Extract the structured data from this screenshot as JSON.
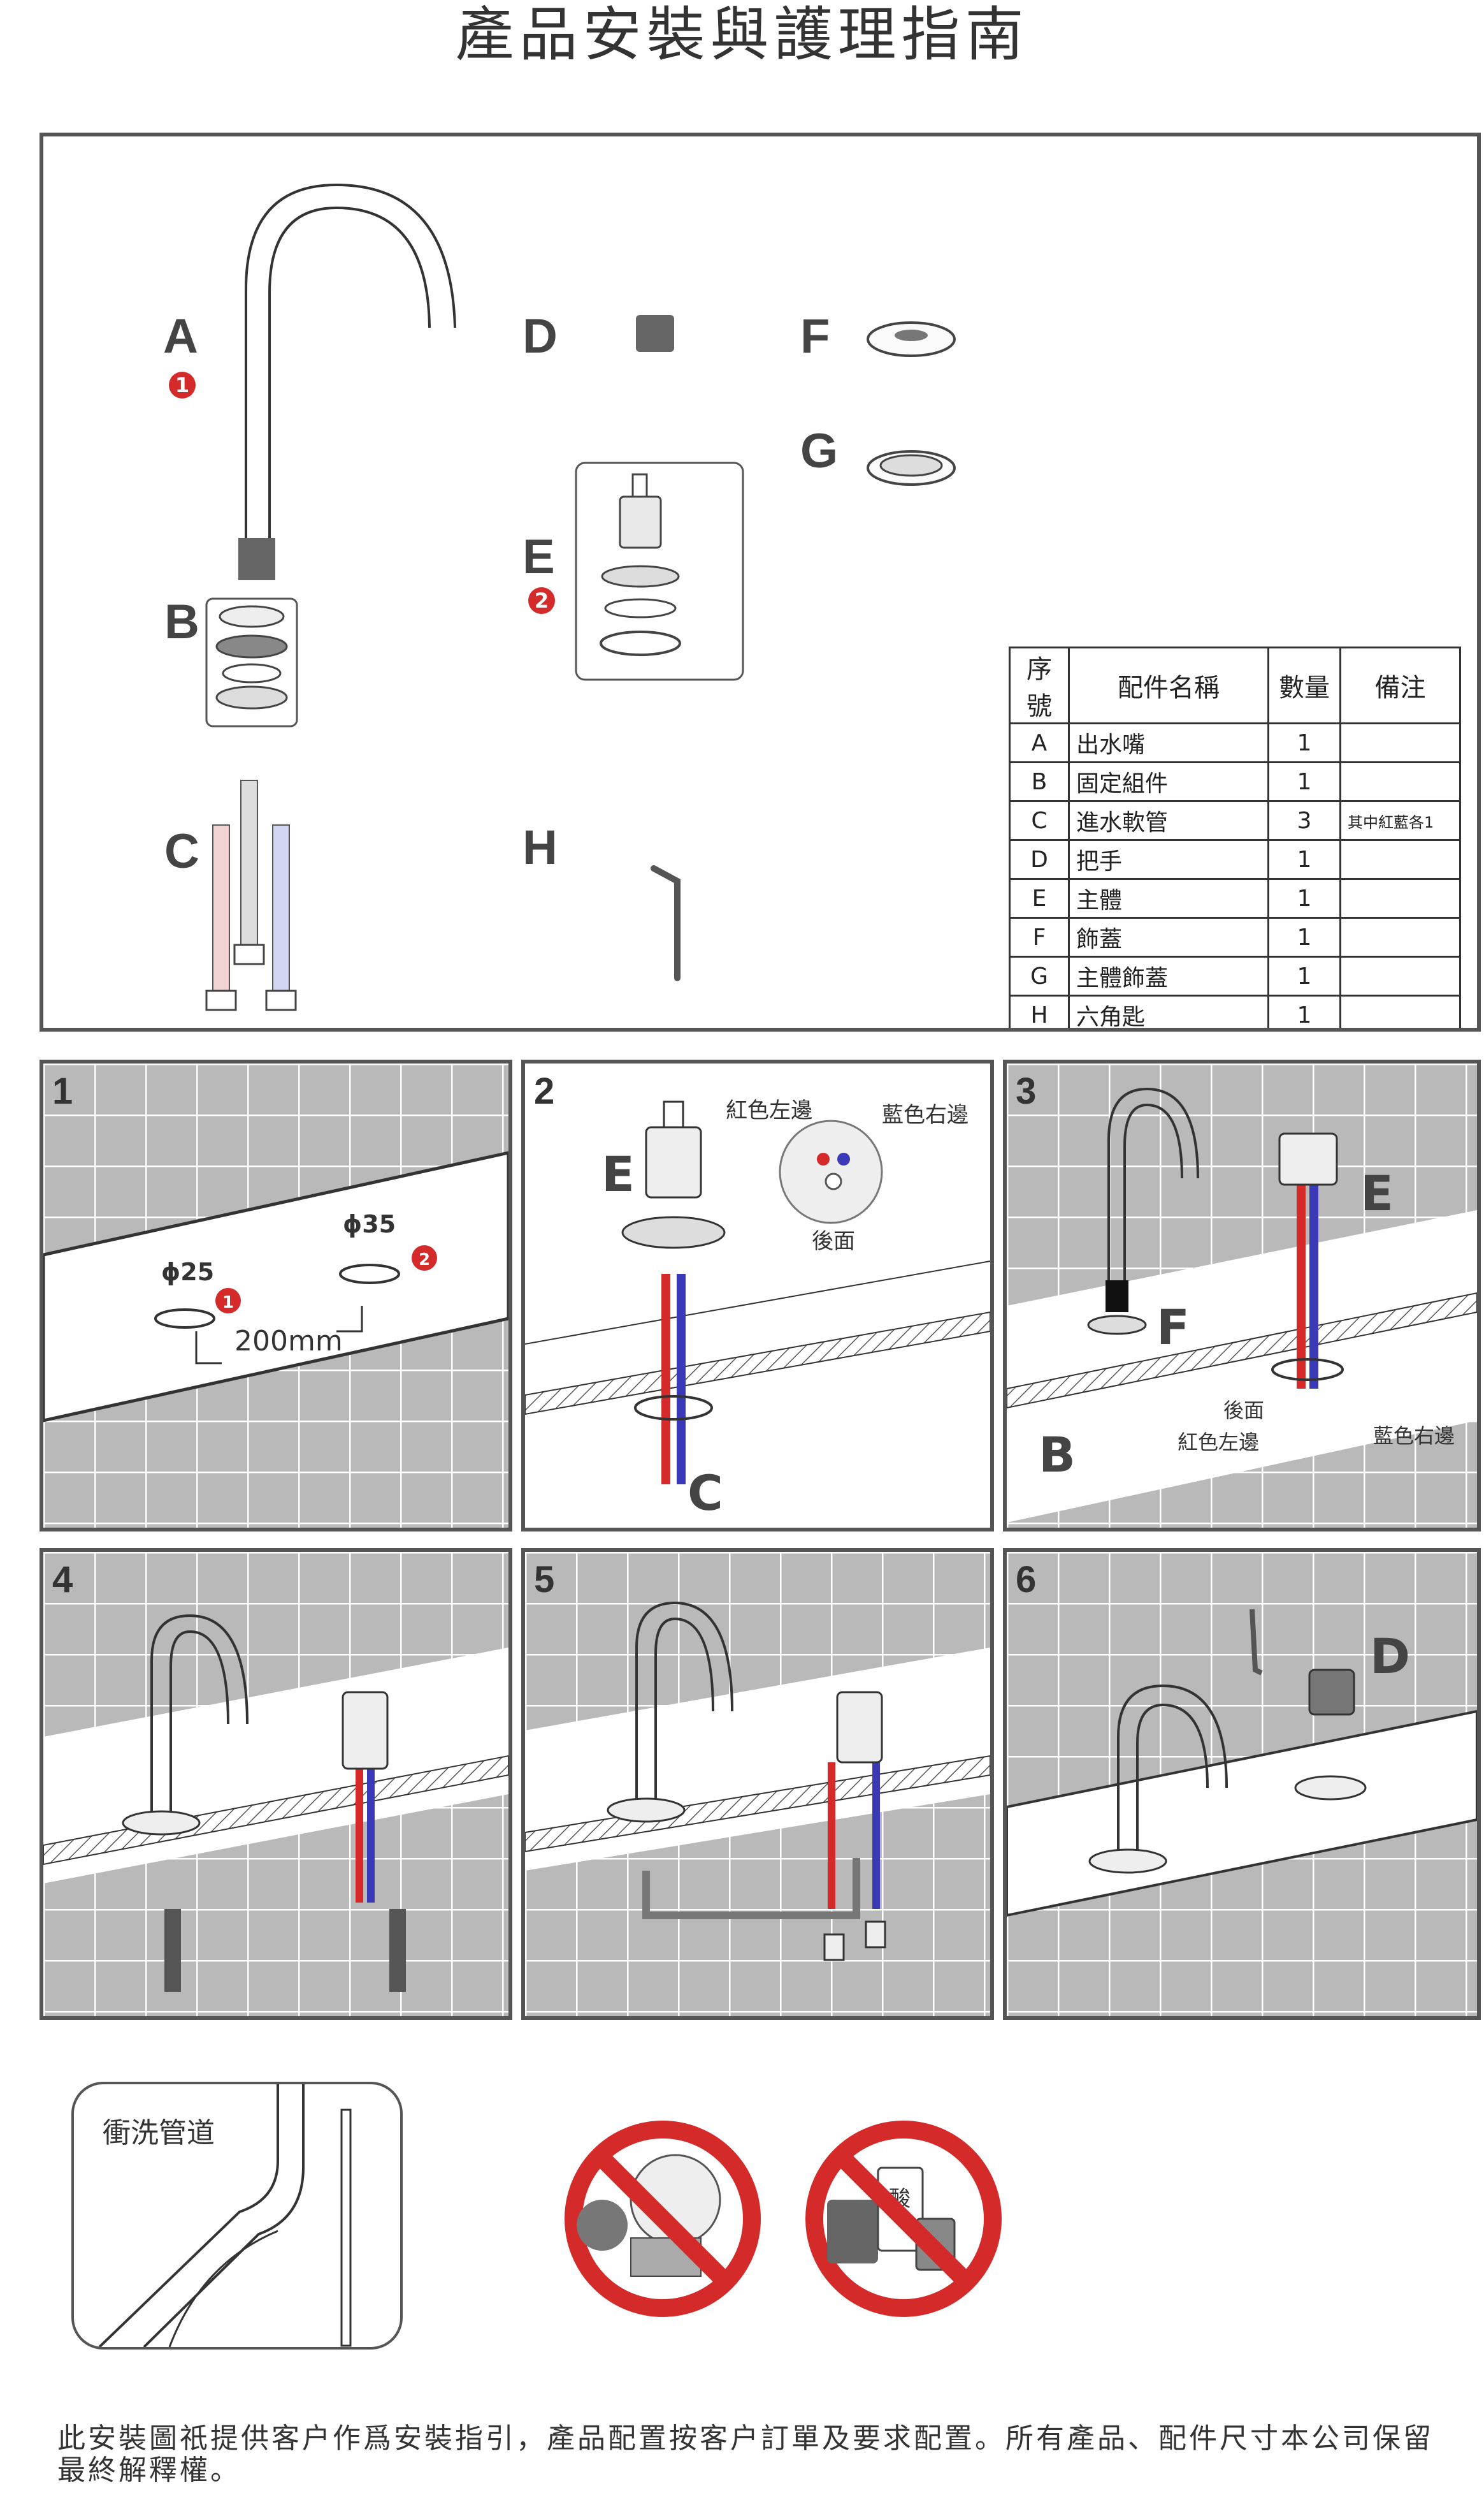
{
  "title": "產品安裝與護理指南",
  "parts_labels": {
    "A": "A",
    "B": "B",
    "C": "C",
    "D": "D",
    "E": "E",
    "F": "F",
    "G": "G",
    "H": "H"
  },
  "badges": {
    "one": "1",
    "two": "2"
  },
  "table": {
    "headers": [
      "序號",
      "配件名稱",
      "數量",
      "備注"
    ],
    "rows": [
      [
        "A",
        "出水嘴",
        "1",
        ""
      ],
      [
        "B",
        "固定組件",
        "1",
        ""
      ],
      [
        "C",
        "進水軟管",
        "3",
        "其中紅藍各1"
      ],
      [
        "D",
        "把手",
        "1",
        ""
      ],
      [
        "E",
        "主體",
        "1",
        ""
      ],
      [
        "F",
        "飾蓋",
        "1",
        ""
      ],
      [
        "G",
        "主體飾蓋",
        "1",
        ""
      ],
      [
        "H",
        "六角匙",
        "1",
        ""
      ]
    ]
  },
  "steps": {
    "s1": {
      "num": "1",
      "d25": "ϕ25",
      "d35": "ϕ35",
      "dist": "200mm"
    },
    "s2": {
      "num": "2",
      "red_left": "紅色左邊",
      "blue_right": "藍色右邊",
      "back": "後面",
      "E": "E",
      "C": "C"
    },
    "s3": {
      "num": "3",
      "E": "E",
      "F": "F",
      "B": "B",
      "back": "後面",
      "red_left": "紅色左邊",
      "blue_right": "藍色右邊"
    },
    "s4": {
      "num": "4"
    },
    "s5": {
      "num": "5"
    },
    "s6": {
      "num": "6",
      "D": "D"
    }
  },
  "care": {
    "flush": "衝洗管道",
    "acid": "酸"
  },
  "footer": "此安裝圖祇提供客户作爲安裝指引，產品配置按客户訂單及要求配置。所有產品、配件尺寸本公司保留最終解釋權。",
  "colors": {
    "red": "#d42a2a",
    "blue": "#3a3ab8",
    "frame": "#555555",
    "tile": "#b9b9b9"
  }
}
